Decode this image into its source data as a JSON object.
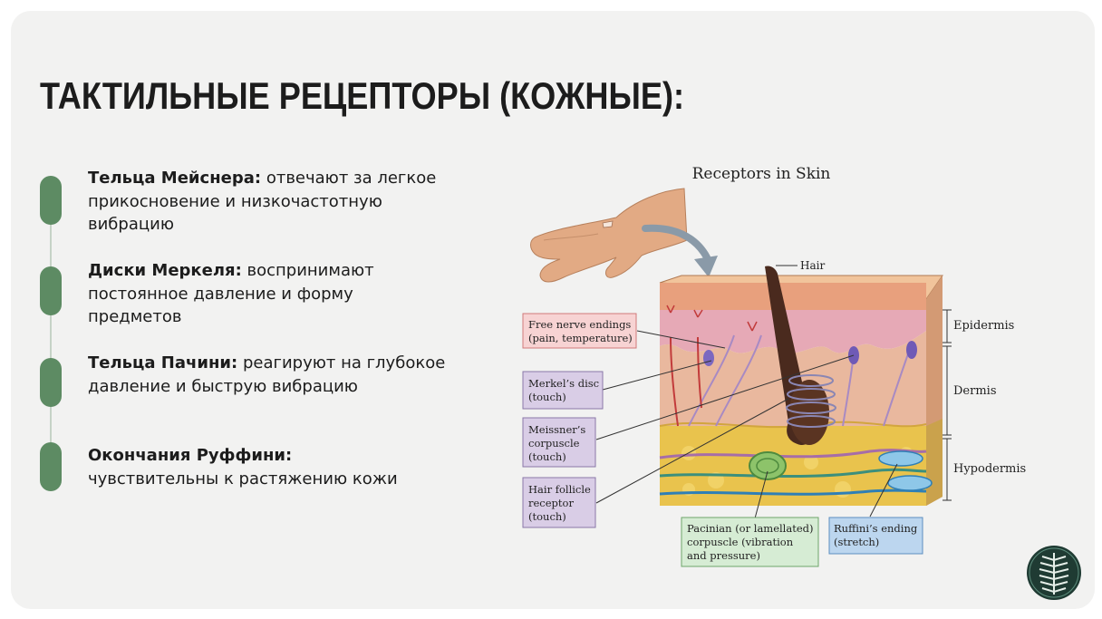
{
  "slide": {
    "title": "ТАКТИЛЬНЫЕ РЕЦЕПТОРЫ (КОЖНЫЕ):"
  },
  "receptors": [
    {
      "name": "Тельца Мейснера:",
      "text": " отвечают за легкое прикосновение и низкочастотную вибрацию"
    },
    {
      "name": "Диски Меркеля:",
      "text": " воспринимают постоянное давление и форму предметов"
    },
    {
      "name": "Тельца Пачини:",
      "text": " реагируют на глубокое давление и быструю вибрацию"
    },
    {
      "name": "Окончания Руффини:",
      "text": " чувствительны к растяжению кожи"
    }
  ],
  "diagram": {
    "title": "Receptors in Skin",
    "labels": {
      "hair": "Hair",
      "epidermis": "Epidermis",
      "dermis": "Dermis",
      "hypodermis": "Hypodermis",
      "free_nerve": [
        "Free nerve endings",
        "(pain, temperature)"
      ],
      "merkel": [
        "Merkel’s disc",
        "(touch)"
      ],
      "meissner": [
        "Meissner’s",
        "corpuscle",
        "(touch)"
      ],
      "hair_follicle": [
        "Hair follicle",
        "receptor",
        "(touch)"
      ],
      "pacinian": [
        "Pacinian (or lamellated)",
        "corpuscle (vibration",
        "and pressure)"
      ],
      "ruffini": [
        "Ruffini’s ending",
        "(stretch)"
      ]
    }
  },
  "colors": {
    "accent_green": "#5d8b63",
    "red_box": "#f7d3d3",
    "purple_box": "#d9cde6",
    "green_box": "#d6ecd4",
    "blue_box": "#bcd6ef"
  },
  "logo": {
    "icon": "spine-logo-icon"
  }
}
